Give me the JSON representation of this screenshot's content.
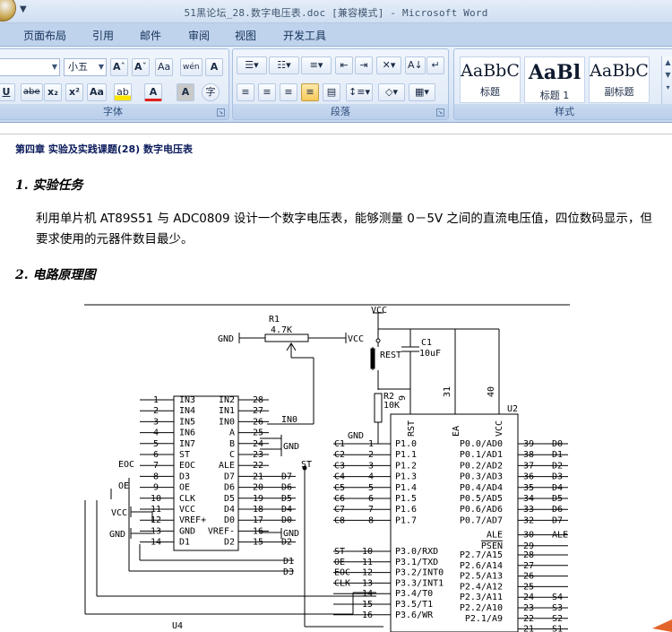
{
  "window": {
    "title": "51黑论坛_28.数字电压表.doc [兼容模式] - Microsoft Word"
  },
  "tabs": [
    "页面布局",
    "引用",
    "邮件",
    "审阅",
    "视图",
    "开发工具"
  ],
  "ribbon": {
    "font_group": {
      "label": "字体",
      "font_size": "小五",
      "buttons": [
        "A▲",
        "A▼",
        "Aa",
        "wén",
        "A",
        "U",
        "abe",
        "x₂",
        "x²",
        "Aa",
        "ab",
        "A",
        "A",
        "字"
      ]
    },
    "paragraph_group": {
      "label": "段落"
    },
    "styles_group": {
      "label": "样式",
      "styles": [
        {
          "sample": "AaBbC",
          "name": "标题"
        },
        {
          "sample": "AaBl",
          "name": "标题 1"
        },
        {
          "sample": "AaBbC",
          "name": "副标题"
        }
      ]
    }
  },
  "document": {
    "chapter_title": "第四章 实验及实践课题(28) 数字电压表",
    "section1": "1.  实验任务",
    "paragraph": "利用单片机 AT89S51 与 ADC0809 设计一个数字电压表，能够测量 0－5V 之间的直流电压值，四位数码显示，但要求使用的元器件数目最少。",
    "section2": "2.  电路原理图"
  },
  "schematic": {
    "labels": {
      "r1": "R1",
      "r1_val": "4.7K",
      "vcc": "VCC",
      "gnd": "GND",
      "c1": "C1",
      "c1_val": "10uF",
      "rest": "REST",
      "r2": "R2",
      "r2_val": "10K",
      "u2": "U2",
      "u4": "U4",
      "in0": "IN0",
      "eoc": "EOC",
      "oe": "OE",
      "st": "ST",
      "clk": "CLK",
      "ale": "ALE",
      "pin9": "9",
      "pin31": "31",
      "pin40": "40",
      "rst": "RST",
      "ea": "EA",
      "vcc_pin": "VCC"
    },
    "adc_left": [
      {
        "n": "1",
        "p": "IN3"
      },
      {
        "n": "2",
        "p": "IN4"
      },
      {
        "n": "3",
        "p": "IN5"
      },
      {
        "n": "4",
        "p": "IN6"
      },
      {
        "n": "5",
        "p": "IN7"
      },
      {
        "n": "6",
        "p": "ST"
      },
      {
        "n": "7",
        "p": "EOC"
      },
      {
        "n": "8",
        "p": "D3"
      },
      {
        "n": "9",
        "p": "OE"
      },
      {
        "n": "10",
        "p": "CLK"
      },
      {
        "n": "11",
        "p": "VCC"
      },
      {
        "n": "12",
        "p": "VREF+"
      },
      {
        "n": "13",
        "p": "GND"
      },
      {
        "n": "14",
        "p": "D1"
      }
    ],
    "adc_right": [
      {
        "n": "28",
        "p": "IN2"
      },
      {
        "n": "27",
        "p": "IN1"
      },
      {
        "n": "26",
        "p": "IN0"
      },
      {
        "n": "25",
        "p": "A"
      },
      {
        "n": "24",
        "p": "B"
      },
      {
        "n": "23",
        "p": "C"
      },
      {
        "n": "22",
        "p": "ALE"
      },
      {
        "n": "21",
        "p": "D7"
      },
      {
        "n": "20",
        "p": "D6"
      },
      {
        "n": "19",
        "p": "D5"
      },
      {
        "n": "18",
        "p": "D4"
      },
      {
        "n": "17",
        "p": "D0"
      },
      {
        "n": "16",
        "p": "VREF-"
      },
      {
        "n": "15",
        "p": "D2"
      }
    ],
    "adc_right_nets": [
      "",
      "",
      "",
      "",
      "",
      "",
      "",
      "D7",
      "D6",
      "D5",
      "D4",
      "D0",
      "",
      "D2"
    ],
    "mcu_left": [
      {
        "net": "C1",
        "n": "1",
        "p": "P1.0"
      },
      {
        "net": "C2",
        "n": "2",
        "p": "P1.1"
      },
      {
        "net": "C3",
        "n": "3",
        "p": "P1.2"
      },
      {
        "net": "C4",
        "n": "4",
        "p": "P1.3"
      },
      {
        "net": "C5",
        "n": "5",
        "p": "P1.4"
      },
      {
        "net": "C6",
        "n": "6",
        "p": "P1.5"
      },
      {
        "net": "C7",
        "n": "7",
        "p": "P1.6"
      },
      {
        "net": "C8",
        "n": "8",
        "p": "P1.7"
      }
    ],
    "mcu_right": [
      {
        "p": "P0.0/AD0",
        "n": "39",
        "net": "D0"
      },
      {
        "p": "P0.1/AD1",
        "n": "38",
        "net": "D1"
      },
      {
        "p": "P0.2/AD2",
        "n": "37",
        "net": "D2"
      },
      {
        "p": "P0.3/AD3",
        "n": "36",
        "net": "D3"
      },
      {
        "p": "P0.4/AD4",
        "n": "35",
        "net": "D4"
      },
      {
        "p": "P0.5/AD5",
        "n": "34",
        "net": "D5"
      },
      {
        "p": "P0.6/AD6",
        "n": "33",
        "net": "D6"
      },
      {
        "p": "P0.7/AD7",
        "n": "32",
        "net": "D7"
      },
      {
        "p": "ALE",
        "n": "30",
        "net": "ALE"
      },
      {
        "p": "PSEN",
        "n": "29",
        "net": ""
      }
    ],
    "mcu_left3": [
      {
        "net": "ST",
        "n": "10",
        "p": "P3.0/RXD"
      },
      {
        "net": "OE",
        "n": "11",
        "p": "P3.1/TXD"
      },
      {
        "net": "EOC",
        "n": "12",
        "p": "P3.2/INT0"
      },
      {
        "net": "CLK",
        "n": "13",
        "p": "P3.3/INT1"
      },
      {
        "net": "",
        "n": "14",
        "p": "P3.4/T0"
      },
      {
        "net": "",
        "n": "15",
        "p": "P3.5/T1"
      },
      {
        "net": "",
        "n": "16",
        "p": "P3.6/WR"
      }
    ],
    "mcu_right2": [
      {
        "p": "P2.7/A15",
        "n": "28",
        "net": ""
      },
      {
        "p": "P2.6/A14",
        "n": "27",
        "net": ""
      },
      {
        "p": "P2.5/A13",
        "n": "26",
        "net": ""
      },
      {
        "p": "P2.4/A12",
        "n": "25",
        "net": ""
      },
      {
        "p": "P2.3/A11",
        "n": "24",
        "net": "S4"
      },
      {
        "p": "P2.2/A10",
        "n": "23",
        "net": "S3"
      },
      {
        "p": "P2.1/A9",
        "n": "22",
        "net": "S2"
      },
      {
        "p": "",
        "n": "21",
        "net": "S1"
      }
    ],
    "d1_bus": "D1",
    "d3_bus": "D3"
  }
}
